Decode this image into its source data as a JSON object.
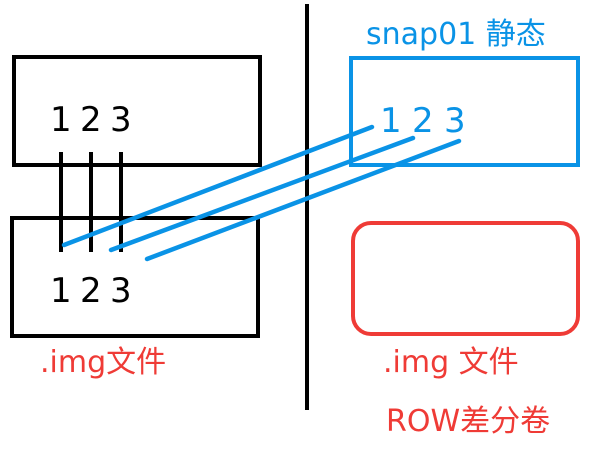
{
  "colors": {
    "black": "#000000",
    "blue": "#0a93e6",
    "red": "#ef3b36"
  },
  "top_box": {
    "numbers": [
      "1",
      "2",
      "3"
    ]
  },
  "bottom_box": {
    "numbers": [
      "1",
      "2",
      "3"
    ],
    "label": ".img文件"
  },
  "snapshot_box": {
    "title": "snap01 静态",
    "numbers": [
      "1",
      "2",
      "3"
    ]
  },
  "row_box": {
    "label": ".img 文件",
    "sublabel": "ROW差分卷"
  }
}
